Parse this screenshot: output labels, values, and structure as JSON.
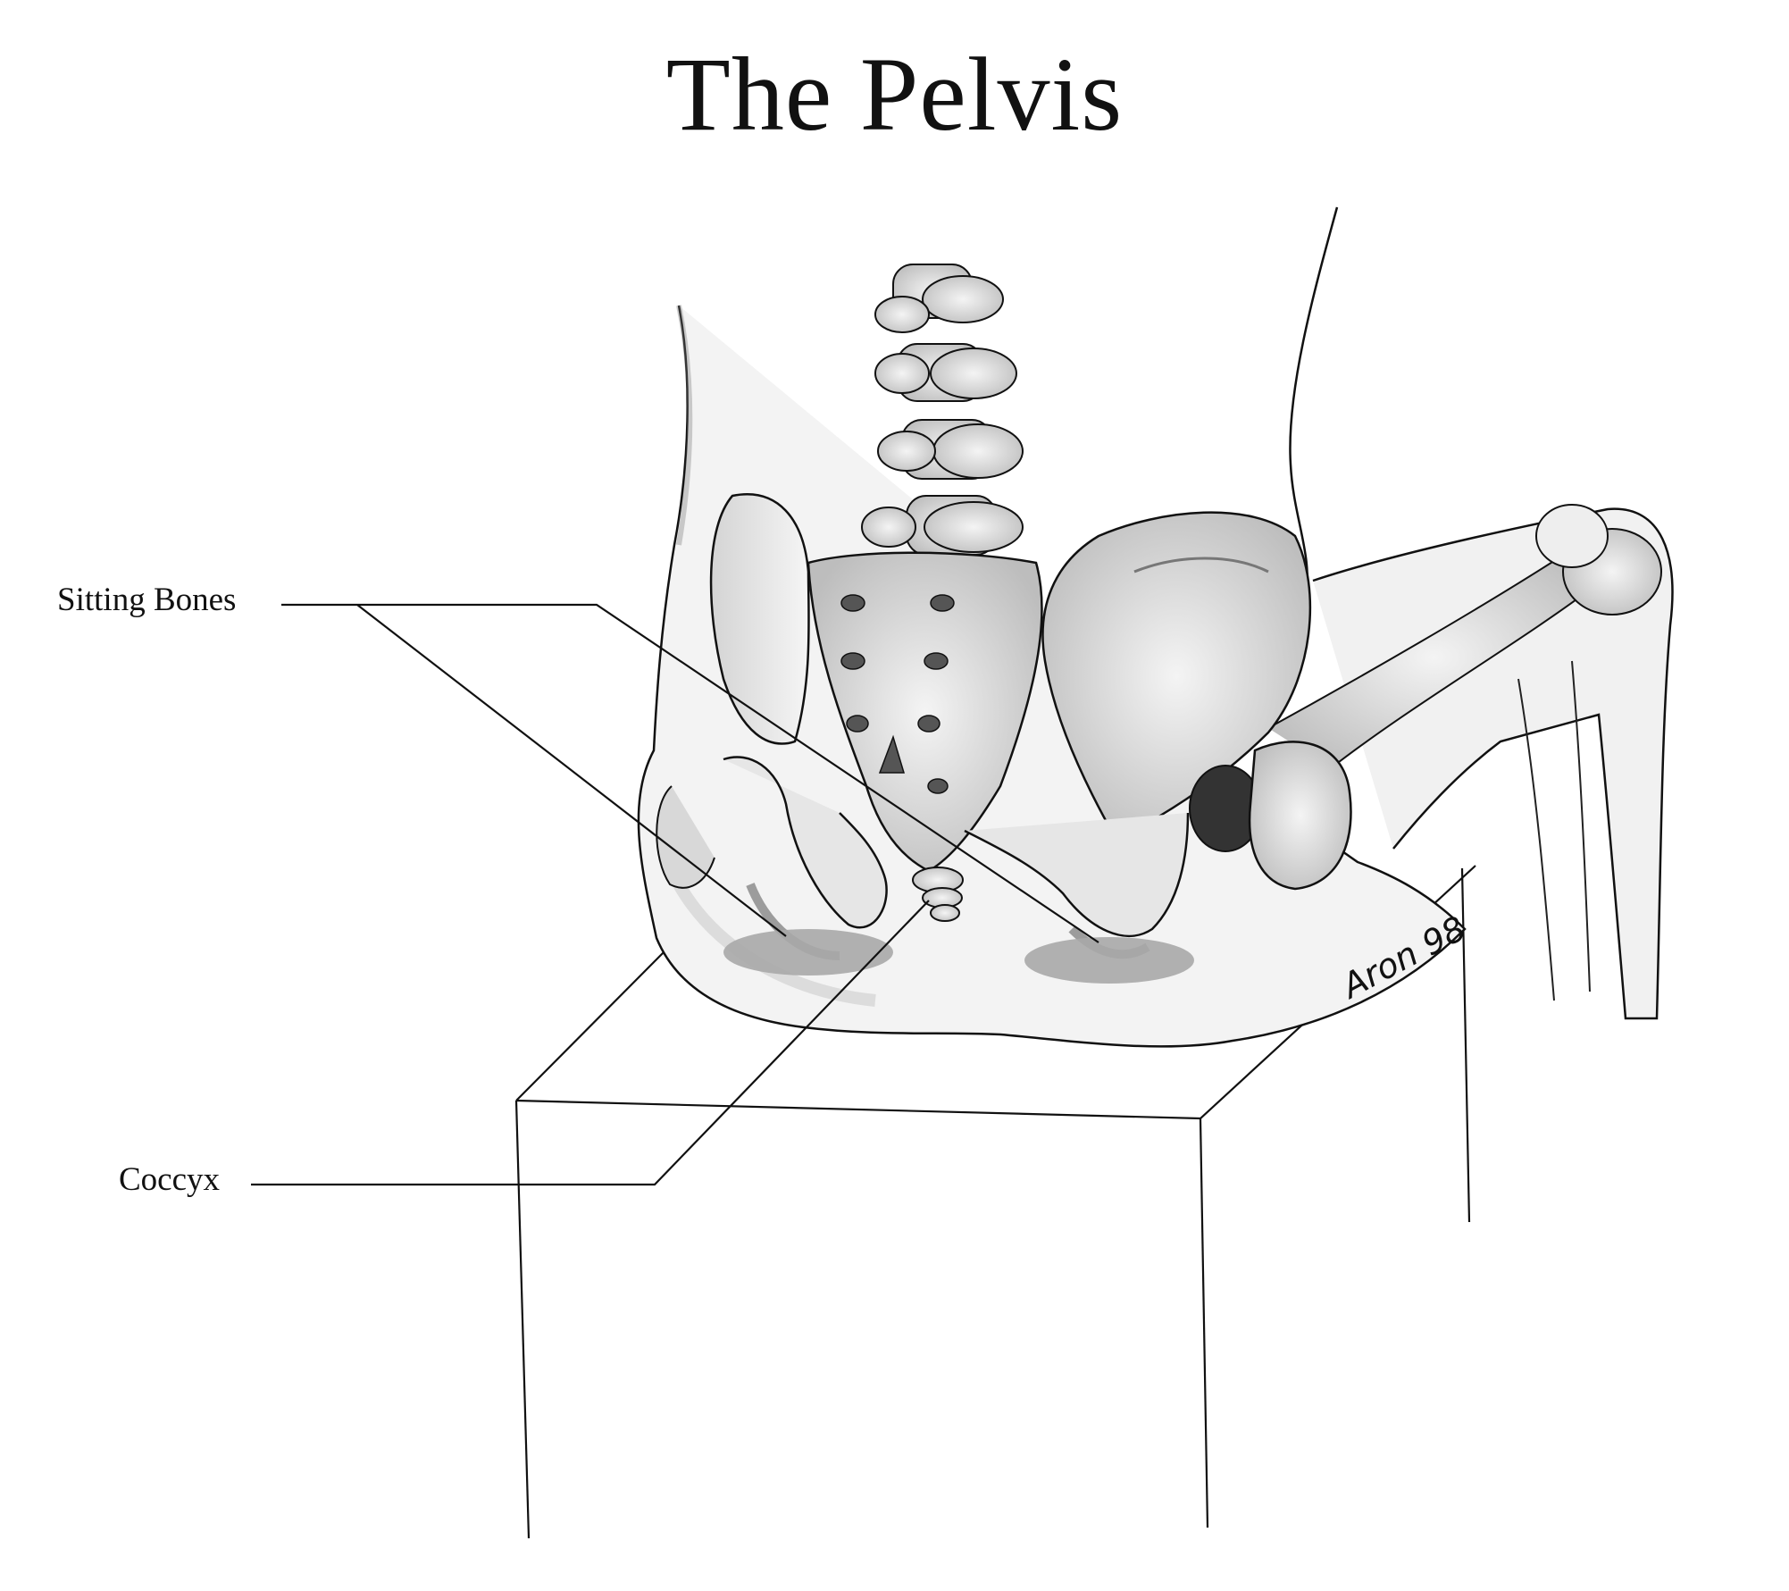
{
  "title": "The Pelvis",
  "labels": {
    "sitting_bones": "Sitting Bones",
    "coccyx": "Coccyx"
  },
  "signature": "Aron 98",
  "colors": {
    "ink": "#111111",
    "bone_shade": "#8a8a8a",
    "contact_patch": "#a9a9a9"
  }
}
